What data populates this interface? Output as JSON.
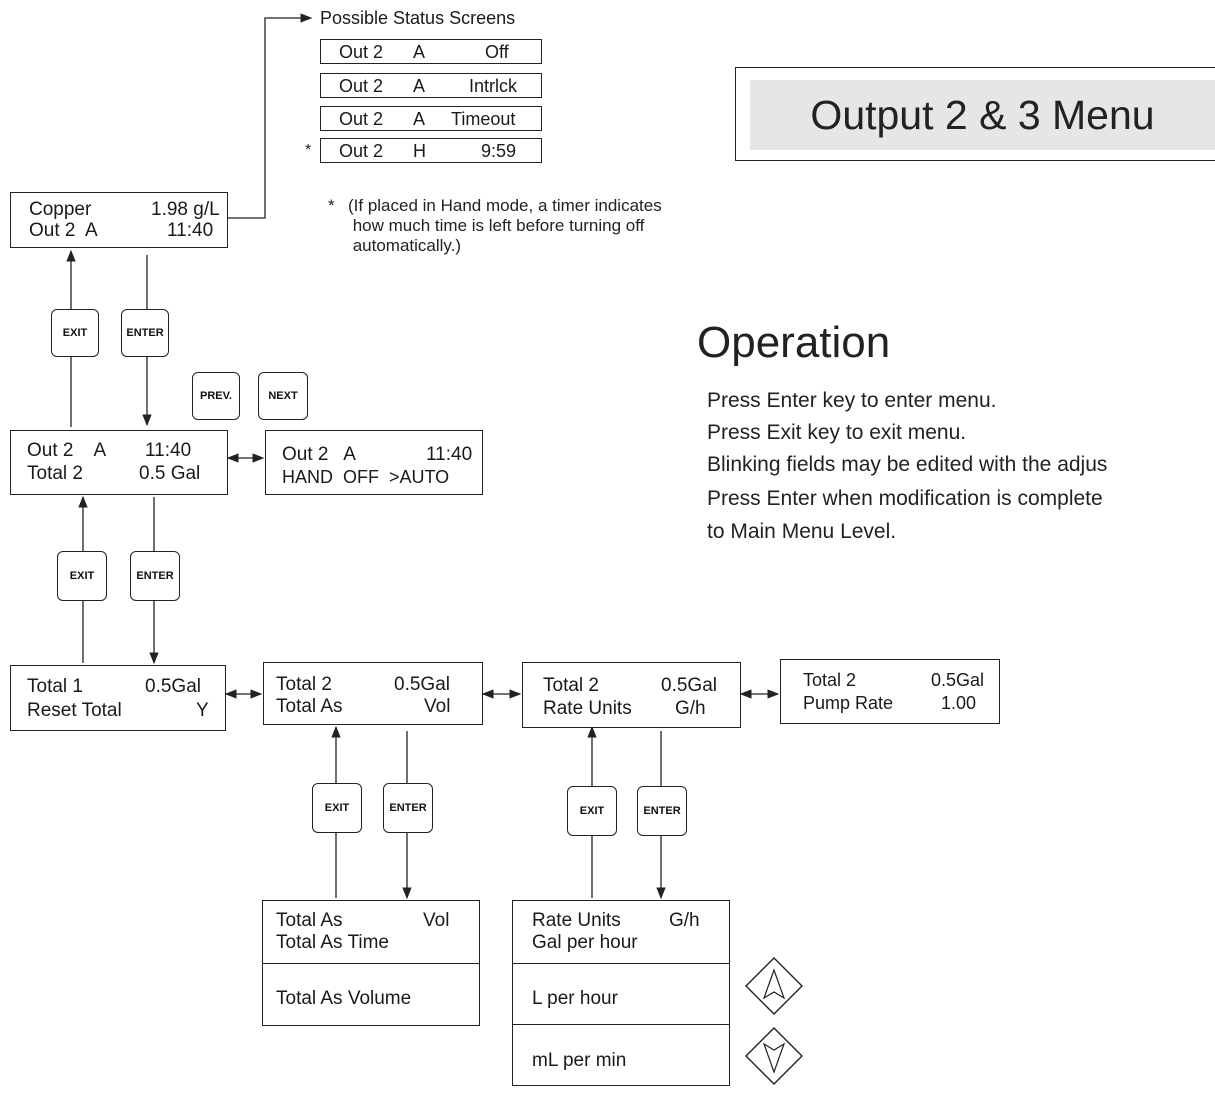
{
  "title": "Output 2 & 3 Menu",
  "status_screens": {
    "heading": "Possible Status Screens",
    "items": [
      {
        "marker": "",
        "out": "Out 2",
        "mode": "A",
        "state": "Off"
      },
      {
        "marker": "",
        "out": "Out 2",
        "mode": "A",
        "state": "Intrlck"
      },
      {
        "marker": "",
        "out": "Out 2",
        "mode": "A",
        "state": "Timeout"
      },
      {
        "marker": "*",
        "out": "Out 2",
        "mode": "H",
        "state": "9:59"
      }
    ],
    "footnote": {
      "marker": "*",
      "lines": [
        "(If placed in Hand mode, a timer indicates",
        " how much time is left before turning off",
        " automatically.)"
      ]
    }
  },
  "screens": {
    "main": {
      "l1a": "Copper",
      "l1b": "1.98 g/L",
      "l2a": "Out 2  A",
      "l2b": "11:40"
    },
    "out2_menu": {
      "l1a": "Out 2    A",
      "l1b": "11:40",
      "l2a": "Total 2",
      "l2b": "0.5 Gal"
    },
    "hand_off_auto": {
      "l1a": "Out 2   A",
      "l1b": "11:40",
      "l2": "HAND  OFF  >AUTO"
    },
    "total1": {
      "l1a": "Total 1",
      "l1b": "0.5Gal",
      "l2a": "Reset Total",
      "l2b": "Y"
    },
    "total_as": {
      "l1a": "Total 2",
      "l1b": "0.5Gal",
      "l2a": "Total As",
      "l2b": "Vol"
    },
    "rate_units": {
      "l1a": "Total 2",
      "l1b": "0.5Gal",
      "l2a": "Rate Units",
      "l2b": "G/h"
    },
    "pump_rate": {
      "l1a": "Total 2",
      "l1b": "0.5Gal",
      "l2a": "Pump Rate",
      "l2b": "1.00"
    },
    "total_as_list": {
      "l1a": "Total As",
      "l1b": "Vol",
      "l2": "Total As Time",
      "opt2": "Total As Volume"
    },
    "rate_units_list": {
      "l1a": "Rate Units",
      "l1b": "G/h",
      "l2": "Gal per hour",
      "opt2": "L per hour",
      "opt3": "mL per min"
    }
  },
  "keys": {
    "exit": "EXIT",
    "enter": "ENTER",
    "prev": "PREV.",
    "next": "NEXT"
  },
  "operation": {
    "title": "Operation",
    "lines": [
      "Press Enter key to enter menu.",
      "Press Exit key to exit menu.",
      "Blinking fields may be edited with the adjus",
      "Press Enter when modification is complete",
      "to Main Menu Level."
    ]
  },
  "icons": {
    "up": "up-arrow-key-icon",
    "down": "down-arrow-key-icon"
  }
}
